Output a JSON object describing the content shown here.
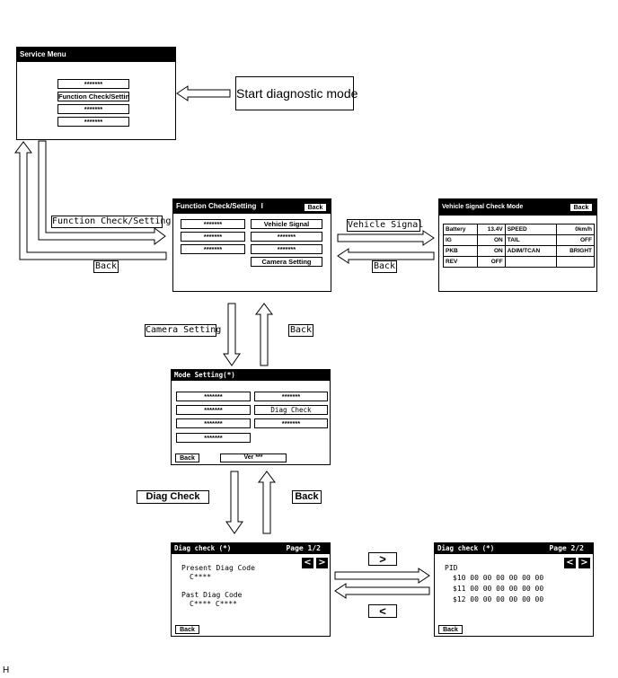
{
  "service_menu": {
    "title": "Service Menu",
    "items": [
      "*******",
      "Function Check/Setting",
      "*******",
      "*******"
    ]
  },
  "start_label": "Start diagnostic mode",
  "function_check": {
    "title": "Function Check/Setting",
    "title_suffix": "I",
    "back": "Back",
    "left_items": [
      "*******",
      "*******",
      "*******"
    ],
    "right_items": [
      "Vehicle Signal",
      "*******",
      "*******",
      "Camera Setting"
    ]
  },
  "vehicle_signal": {
    "title": "Vehicle Signal Check Mode",
    "back": "Back",
    "rows": [
      {
        "k1": "Battery",
        "v1": "13.4V",
        "k2": "SPEED",
        "v2": "0km/h"
      },
      {
        "k1": "IG",
        "v1": "ON",
        "k2": "TAIL",
        "v2": "OFF"
      },
      {
        "k1": "PKB",
        "v1": "ON",
        "k2": "ADIM/TCAN",
        "v2": "BRIGHT"
      },
      {
        "k1": "REV",
        "v1": "OFF",
        "k2": "",
        "v2": ""
      }
    ]
  },
  "mode_setting": {
    "title": "Mode Setting(*)",
    "left_items": [
      "*******",
      "*******",
      "*******",
      "*******"
    ],
    "right_items": [
      "*******",
      "Diag Check",
      "*******"
    ],
    "back": "Back",
    "ver": "Ver ***"
  },
  "diag1": {
    "title": "Diag check (*)",
    "page": "Page 1/2",
    "present_label": "Present Diag Code",
    "present_value": "C****",
    "past_label": "Past Diag Code",
    "past_value": "C**** C****",
    "back": "Back",
    "prev": "<",
    "next": ">"
  },
  "diag2": {
    "title": "Diag check (*)",
    "page": "Page 2/2",
    "pid_label": "PID",
    "pid_rows": [
      "$10 00 00 00 00 00 00",
      "$11 00 00 00 00 00 00",
      "$12 00 00 00 00 00 00"
    ],
    "back": "Back",
    "prev": "<",
    "next": ">"
  },
  "arrow_labels": {
    "function_check": "Function Check/Setting",
    "back_1": "Back",
    "vehicle_signal": "Vehicle Signal",
    "back_2": "Back",
    "camera_setting": "Camera Setting",
    "back_3": "Back",
    "diag_check": "Diag Check",
    "back_4": "Back",
    "next": ">",
    "prev": "<"
  },
  "corner_letter": "H"
}
